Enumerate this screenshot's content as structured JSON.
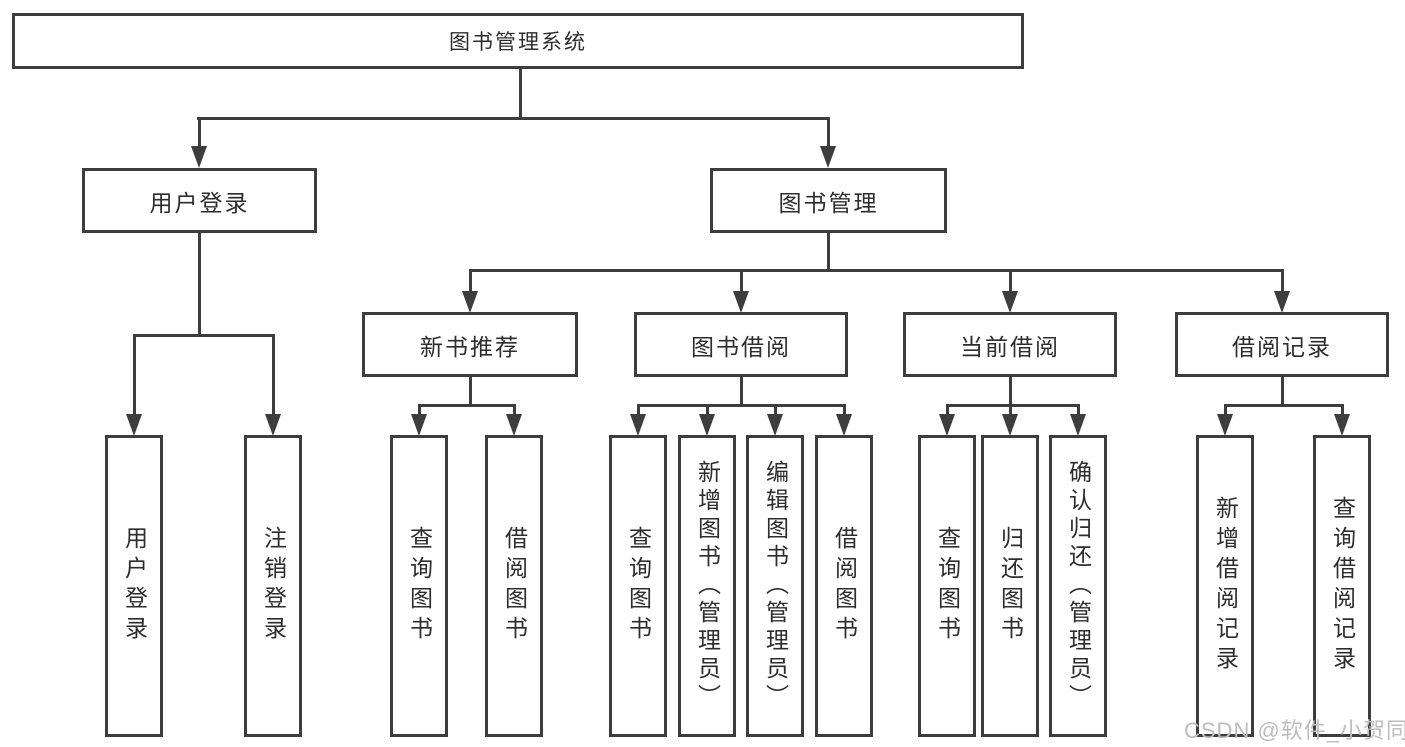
{
  "nodes": {
    "root": "图书管理系统",
    "user_login": "用户登录",
    "book_mgmt": "图书管理",
    "new_book_rec": "新书推荐",
    "book_borrow": "图书借阅",
    "current_borrow": "当前借阅",
    "borrow_record": "借阅记录",
    "login": "用户登录",
    "logout": "注销登录",
    "rec_query_books": "查询图书",
    "rec_borrow_books": "借阅图书",
    "borrow_query_books": "查询图书",
    "borrow_add_books": "新增图书（管理员）",
    "borrow_edit_books": "编辑图书（管理员）",
    "borrow_borrow_books": "借阅图书",
    "current_query_books": "查询图书",
    "current_return_books": "归还图书",
    "current_confirm_return": "确认归还（管理员）",
    "record_add": "新增借阅记录",
    "record_query": "查询借阅记录"
  },
  "hierarchy": {
    "图书管理系统": {
      "用户登录": [
        "用户登录",
        "注销登录"
      ],
      "图书管理": {
        "新书推荐": [
          "查询图书",
          "借阅图书"
        ],
        "图书借阅": [
          "查询图书",
          "新增图书（管理员）",
          "编辑图书（管理员）",
          "借阅图书"
        ],
        "当前借阅": [
          "查询图书",
          "归还图书",
          "确认归还（管理员）"
        ],
        "借阅记录": [
          "新增借阅记录",
          "查询借阅记录"
        ]
      }
    }
  },
  "watermark": "CSDN @软件_小贺同学",
  "colors": {
    "line": "#3d3d3d",
    "text": "#2d2d2d",
    "box_fill": "#ffffff",
    "background": "#ffffff",
    "watermark": "#bdbdbd"
  }
}
